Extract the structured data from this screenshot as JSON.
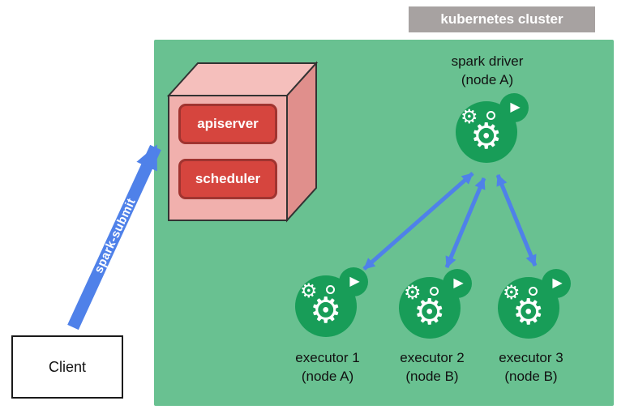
{
  "cluster": {
    "label": "kubernetes cluster"
  },
  "client": {
    "label": "Client"
  },
  "spark_submit": {
    "label": "spark-submit"
  },
  "control_plane": {
    "apiserver": "apiserver",
    "scheduler": "scheduler"
  },
  "driver": {
    "name": "spark driver",
    "node": "(node A)"
  },
  "executors": [
    {
      "name": "executor 1",
      "node": "(node A)"
    },
    {
      "name": "executor 2",
      "node": "(node B)"
    },
    {
      "name": "executor 3",
      "node": "(node B)"
    }
  ],
  "icons": {
    "gear": "⚙",
    "play": "▶"
  },
  "colors": {
    "cluster_bg": "#69c191",
    "cluster_label_bg": "#a7a2a1",
    "arrow_blue": "#4f81e9",
    "box_front": "#f1b0ad",
    "box_top": "#f5bfbc",
    "box_side": "#e08f8c",
    "red_box": "#d6453e",
    "red_box_border": "#a03430",
    "icon_green": "#189d58"
  }
}
